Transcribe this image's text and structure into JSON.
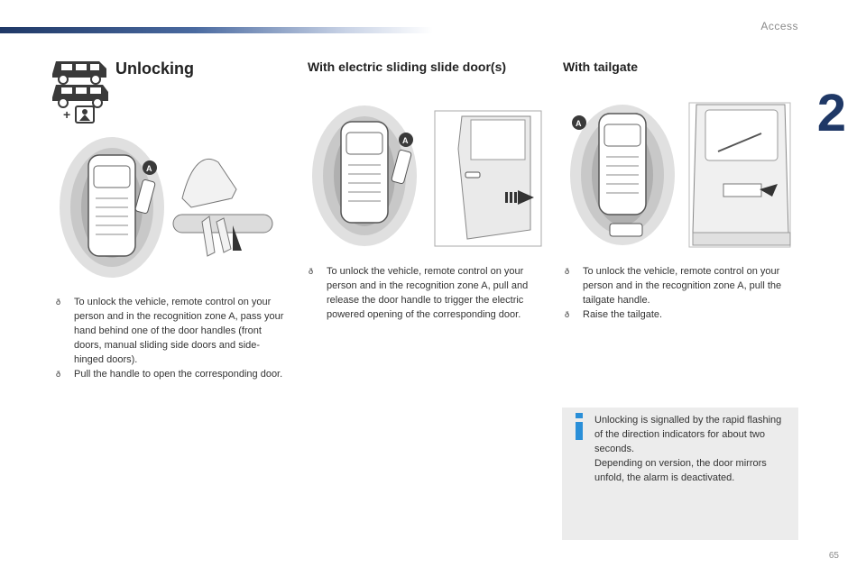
{
  "header": {
    "section_title": "Access",
    "chapter_number": "2"
  },
  "footer": {
    "page_number": "65"
  },
  "columns": [
    {
      "title": "Unlocking",
      "zone_marker": "A",
      "steps": [
        "To unlock the vehicle, remote control on your person and in the recognition zone A, pass your hand behind one of the door handles (front doors, manual sliding side doors and side-hinged doors).",
        "Pull the handle to open the corresponding door."
      ]
    },
    {
      "title": "With electric sliding slide door(s)",
      "zone_marker": "A",
      "steps": [
        "To unlock the vehicle, remote control on your person and in the recognition zone A, pull and release the door handle to trigger the electric powered opening of the corresponding door."
      ]
    },
    {
      "title": "With tailgate",
      "zone_marker": "A",
      "steps": [
        "To unlock the vehicle, remote control on your person and in the recognition zone A, pull the tailgate handle.",
        "Raise the tailgate."
      ]
    }
  ],
  "info_box": {
    "icon": "info-icon",
    "lines": [
      "Unlocking is signalled by the rapid flashing of the direction indicators for about two seconds.",
      "Depending on version, the door mirrors unfold, the alarm is deactivated."
    ]
  },
  "colors": {
    "accent": "#1f3866",
    "info_icon": "#2a8fd8",
    "marker": "#3a3a3a"
  }
}
